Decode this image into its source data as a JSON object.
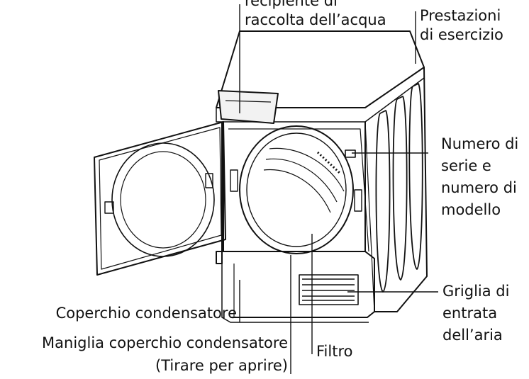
{
  "labels": {
    "water_container": [
      "recipiente di",
      "raccolta dell’acqua"
    ],
    "rating_plate": [
      "Prestazioni",
      "di esercizio"
    ],
    "serial_number": [
      "Numero di",
      "serie e",
      "numero di",
      "modello"
    ],
    "air_inlet": [
      "Griglia di",
      "entrata",
      "dell’aria"
    ],
    "condenser_cover": "Coperchio condensatore",
    "condenser_handle": [
      "Maniglia coperchio condensatore",
      "(Tirare per aprire)"
    ],
    "filter": "Filtro"
  },
  "colors": {
    "line": "#111111",
    "background": "#ffffff"
  }
}
